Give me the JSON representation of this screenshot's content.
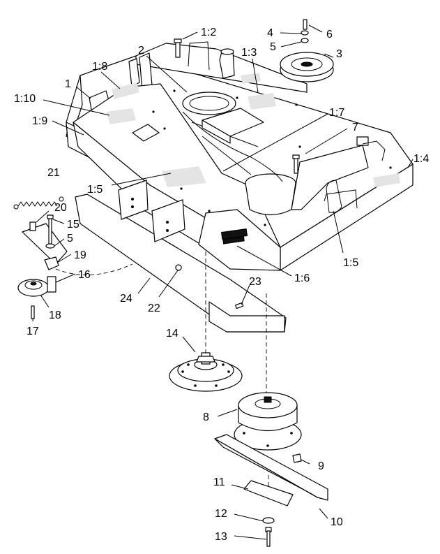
{
  "diagram": {
    "callouts": [
      {
        "id": "c-1-2",
        "text": "1:2"
      },
      {
        "id": "c-4",
        "text": "4"
      },
      {
        "id": "c-6",
        "text": "6"
      },
      {
        "id": "c-5a",
        "text": "5"
      },
      {
        "id": "c-2",
        "text": "2"
      },
      {
        "id": "c-1-3",
        "text": "1:3"
      },
      {
        "id": "c-3",
        "text": "3"
      },
      {
        "id": "c-1-8",
        "text": "1:8"
      },
      {
        "id": "c-1",
        "text": "1"
      },
      {
        "id": "c-1-10",
        "text": "1:10"
      },
      {
        "id": "c-1-9",
        "text": "1:9"
      },
      {
        "id": "c-1-7",
        "text": "1:7"
      },
      {
        "id": "c-7",
        "text": "7"
      },
      {
        "id": "c-1-4",
        "text": "1:4"
      },
      {
        "id": "c-21",
        "text": "21"
      },
      {
        "id": "c-1-5a",
        "text": "1:5"
      },
      {
        "id": "c-20",
        "text": "20"
      },
      {
        "id": "c-15",
        "text": "15"
      },
      {
        "id": "c-5b",
        "text": "5"
      },
      {
        "id": "c-19",
        "text": "19"
      },
      {
        "id": "c-16",
        "text": "16"
      },
      {
        "id": "c-1-5b",
        "text": "1:5"
      },
      {
        "id": "c-1-6",
        "text": "1:6"
      },
      {
        "id": "c-23",
        "text": "23"
      },
      {
        "id": "c-24",
        "text": "24"
      },
      {
        "id": "c-22",
        "text": "22"
      },
      {
        "id": "c-18",
        "text": "18"
      },
      {
        "id": "c-17",
        "text": "17"
      },
      {
        "id": "c-14",
        "text": "14"
      },
      {
        "id": "c-8",
        "text": "8"
      },
      {
        "id": "c-9",
        "text": "9"
      },
      {
        "id": "c-11",
        "text": "11"
      },
      {
        "id": "c-10",
        "text": "10"
      },
      {
        "id": "c-12",
        "text": "12"
      },
      {
        "id": "c-13",
        "text": "13"
      }
    ]
  }
}
